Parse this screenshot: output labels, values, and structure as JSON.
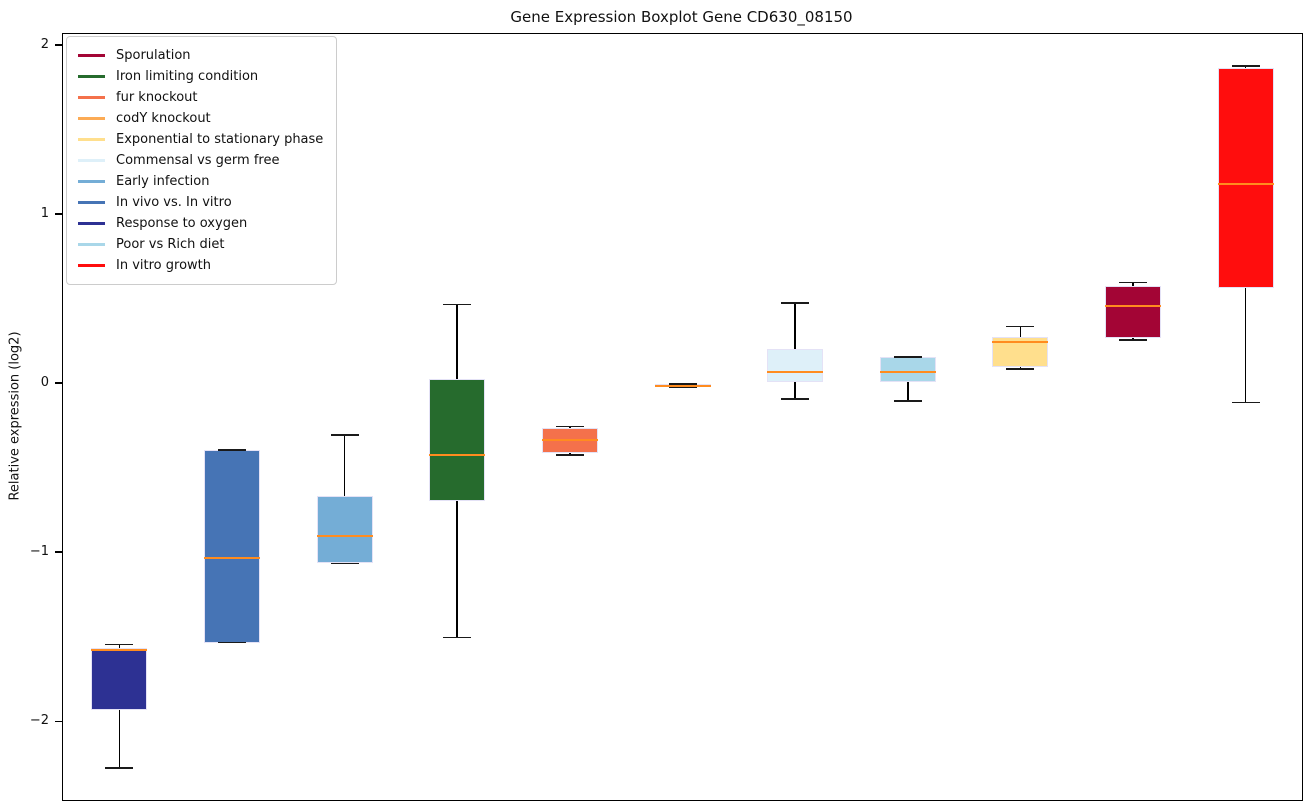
{
  "chart_data": {
    "type": "box",
    "title": "Gene Expression Boxplot Gene CD630_08150",
    "ylabel": "Relative expression (log2)",
    "xlabel": "",
    "ylim": [
      -2.46,
      2.07
    ],
    "yticks": [
      2,
      1,
      0,
      -1,
      -2
    ],
    "grid": false,
    "legend_position": "upper-left",
    "median_color": "#ff8c1f",
    "box_edge_color": "#e4e2f6",
    "whisker_color": "#000000",
    "legend": [
      {
        "label": "Sporulation",
        "color": "#a30535"
      },
      {
        "label": "Iron limiting condition",
        "color": "#266b2d"
      },
      {
        "label": "fur knockout",
        "color": "#f4714b"
      },
      {
        "label": "codY knockout",
        "color": "#fcab55"
      },
      {
        "label": "Exponential to stationary phase",
        "color": "#ffdf8d"
      },
      {
        "label": "Commensal vs germ free",
        "color": "#def0f9"
      },
      {
        "label": "Early infection",
        "color": "#74add6"
      },
      {
        "label": "In vivo vs. In vitro",
        "color": "#4674b5"
      },
      {
        "label": "Response to oxygen",
        "color": "#2d3193"
      },
      {
        "label": "Poor vs Rich diet",
        "color": "#a9d7e9"
      },
      {
        "label": "In vitro growth",
        "color": "#ff0d0d"
      }
    ],
    "boxes": [
      {
        "label": "Response to oxygen",
        "color": "#2d3193",
        "whislo": -2.27,
        "q1": -1.93,
        "med": -1.57,
        "q3": -1.56,
        "whishi": -1.54
      },
      {
        "label": "In vivo vs. In vitro",
        "color": "#4674b5",
        "whislo": -1.53,
        "q1": -1.53,
        "med": -1.03,
        "q3": -0.39,
        "whishi": -0.39
      },
      {
        "label": "Early infection",
        "color": "#74add6",
        "whislo": -1.06,
        "q1": -1.06,
        "med": -0.9,
        "q3": -0.66,
        "whishi": -0.3
      },
      {
        "label": "Iron limiting condition",
        "color": "#266b2d",
        "whislo": -1.5,
        "q1": -0.69,
        "med": -0.42,
        "q3": 0.03,
        "whishi": 0.47
      },
      {
        "label": "fur knockout",
        "color": "#f4714b",
        "whislo": -0.42,
        "q1": -0.41,
        "med": -0.33,
        "q3": -0.26,
        "whishi": -0.25
      },
      {
        "label": "codY knockout",
        "color": "#fcab55",
        "whislo": -0.02,
        "q1": -0.01,
        "med": -0.01,
        "q3": 0.0,
        "whishi": 0.0
      },
      {
        "label": "Commensal vs germ free",
        "color": "#def0f9",
        "whislo": -0.09,
        "q1": 0.01,
        "med": 0.07,
        "q3": 0.21,
        "whishi": 0.48
      },
      {
        "label": "Poor vs Rich diet",
        "color": "#a9d7e9",
        "whislo": -0.1,
        "q1": 0.01,
        "med": 0.07,
        "q3": 0.16,
        "whishi": 0.16
      },
      {
        "label": "Exponential to stationary phase",
        "color": "#ffdf8d",
        "whislo": 0.09,
        "q1": 0.1,
        "med": 0.25,
        "q3": 0.28,
        "whishi": 0.34
      },
      {
        "label": "Sporulation",
        "color": "#a30535",
        "whislo": 0.26,
        "q1": 0.27,
        "med": 0.46,
        "q3": 0.58,
        "whishi": 0.6
      },
      {
        "label": "In vitro growth",
        "color": "#ff0d0d",
        "whislo": -0.11,
        "q1": 0.57,
        "med": 1.18,
        "q3": 1.87,
        "whishi": 1.88
      }
    ]
  }
}
